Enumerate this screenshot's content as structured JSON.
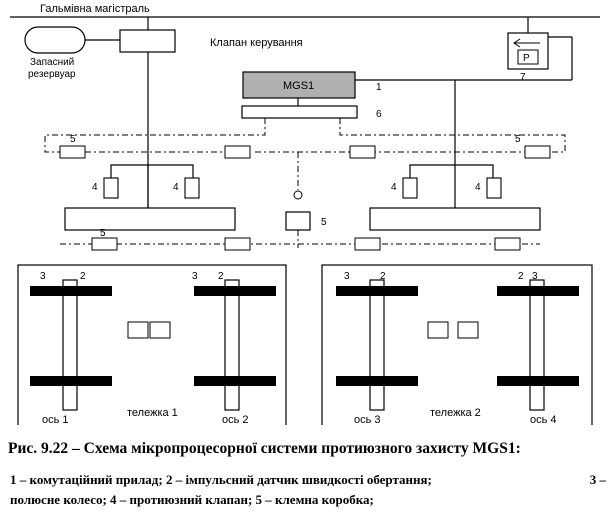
{
  "diagram": {
    "top_label": "Гальмівна магістраль",
    "reservoir_label_1": "Запасний",
    "reservoir_label_2": "резервуар",
    "valve_label": "Клапан керування",
    "controller_label": "MGS1",
    "pressure_switch_label": "P",
    "callout_numbers": [
      "1",
      "2",
      "3",
      "4",
      "5",
      "6",
      "7"
    ],
    "bogie_1": {
      "label": "тележка 1",
      "axle_a": "ось 1",
      "axle_b": "ось 2"
    },
    "bogie_2": {
      "label": "тележка 2",
      "axle_a": "ось 3",
      "axle_b": "ось 4"
    }
  },
  "caption": "Рис. 9.22 – Схема мікропроцесорної системи протиюзного захисту MGS1:",
  "legend": {
    "line1_left": "1 – комутаційний прилад; 2 – імпульсний датчик швидкості обертання;",
    "line1_right": "3 –",
    "line2": "полюсне колесо; 4 – протиюзний клапан; 5 – клемна коробка;"
  }
}
